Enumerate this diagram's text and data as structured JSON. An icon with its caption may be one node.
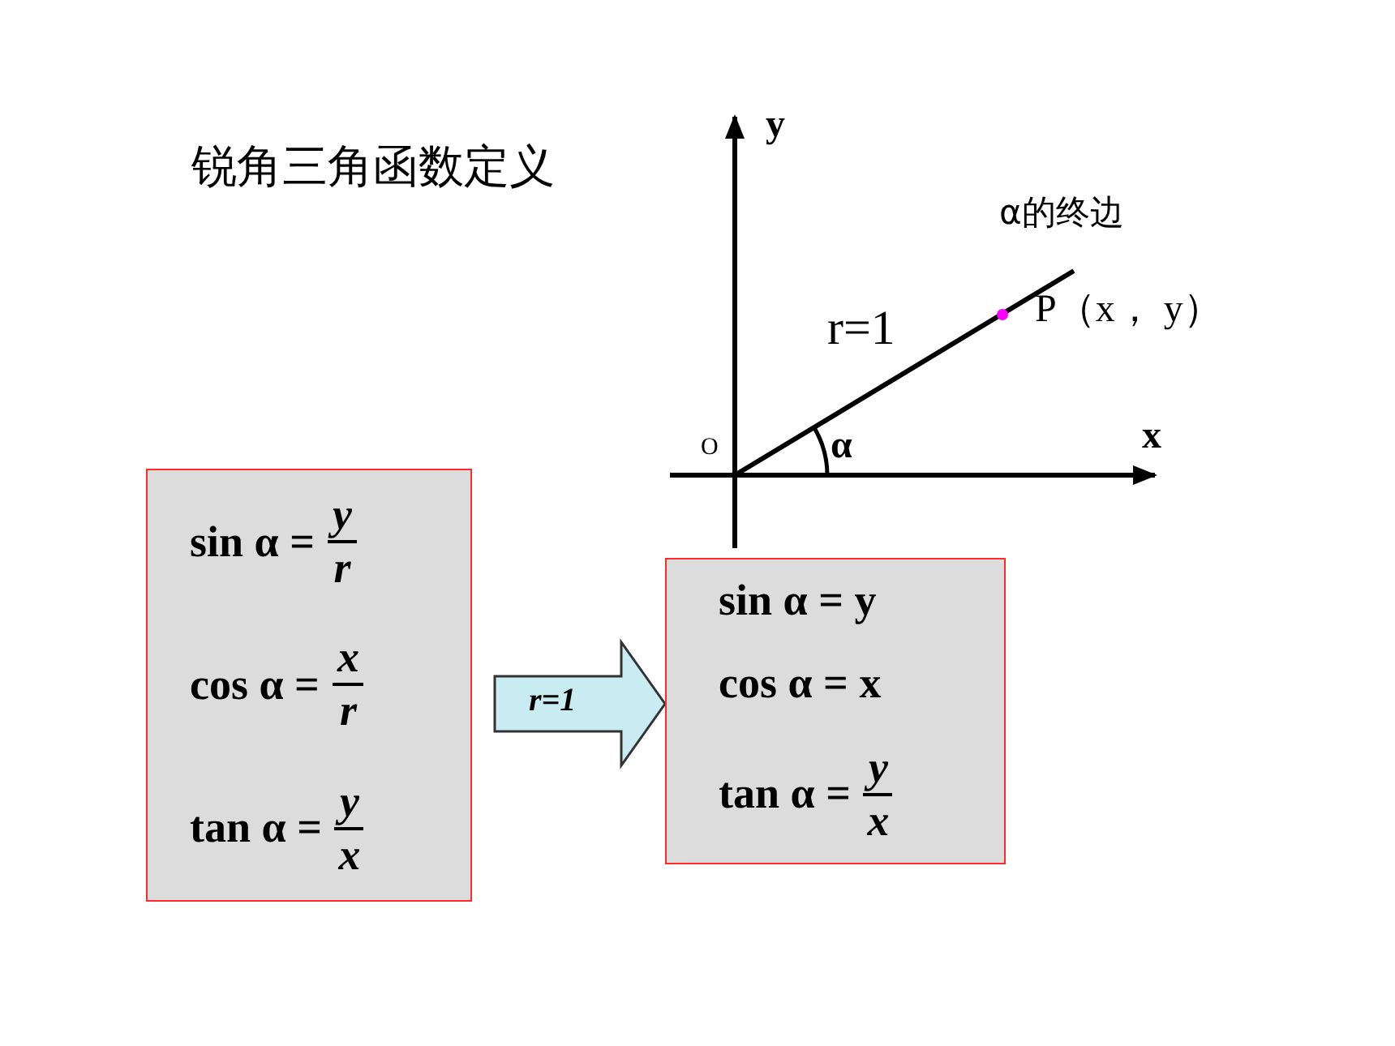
{
  "diagram": {
    "title": "锐角三角函数定义",
    "nodes": [
      {
        "text": [
          "sin α =",
          "y",
          "r",
          "cos α =",
          "x",
          "r",
          "tan α =",
          "y",
          "x"
        ]
      },
      {
        "text": [
          "sin α = y",
          "cos α = x",
          "tan α =",
          "y",
          "x"
        ]
      }
    ],
    "edges": [
      {
        "from": 0,
        "to": 1,
        "arrow": "to",
        "label": "r=1"
      }
    ],
    "labels": [
      "y",
      "α的终边",
      "P（x， y）",
      "r=1",
      "O",
      "α",
      "x"
    ]
  }
}
